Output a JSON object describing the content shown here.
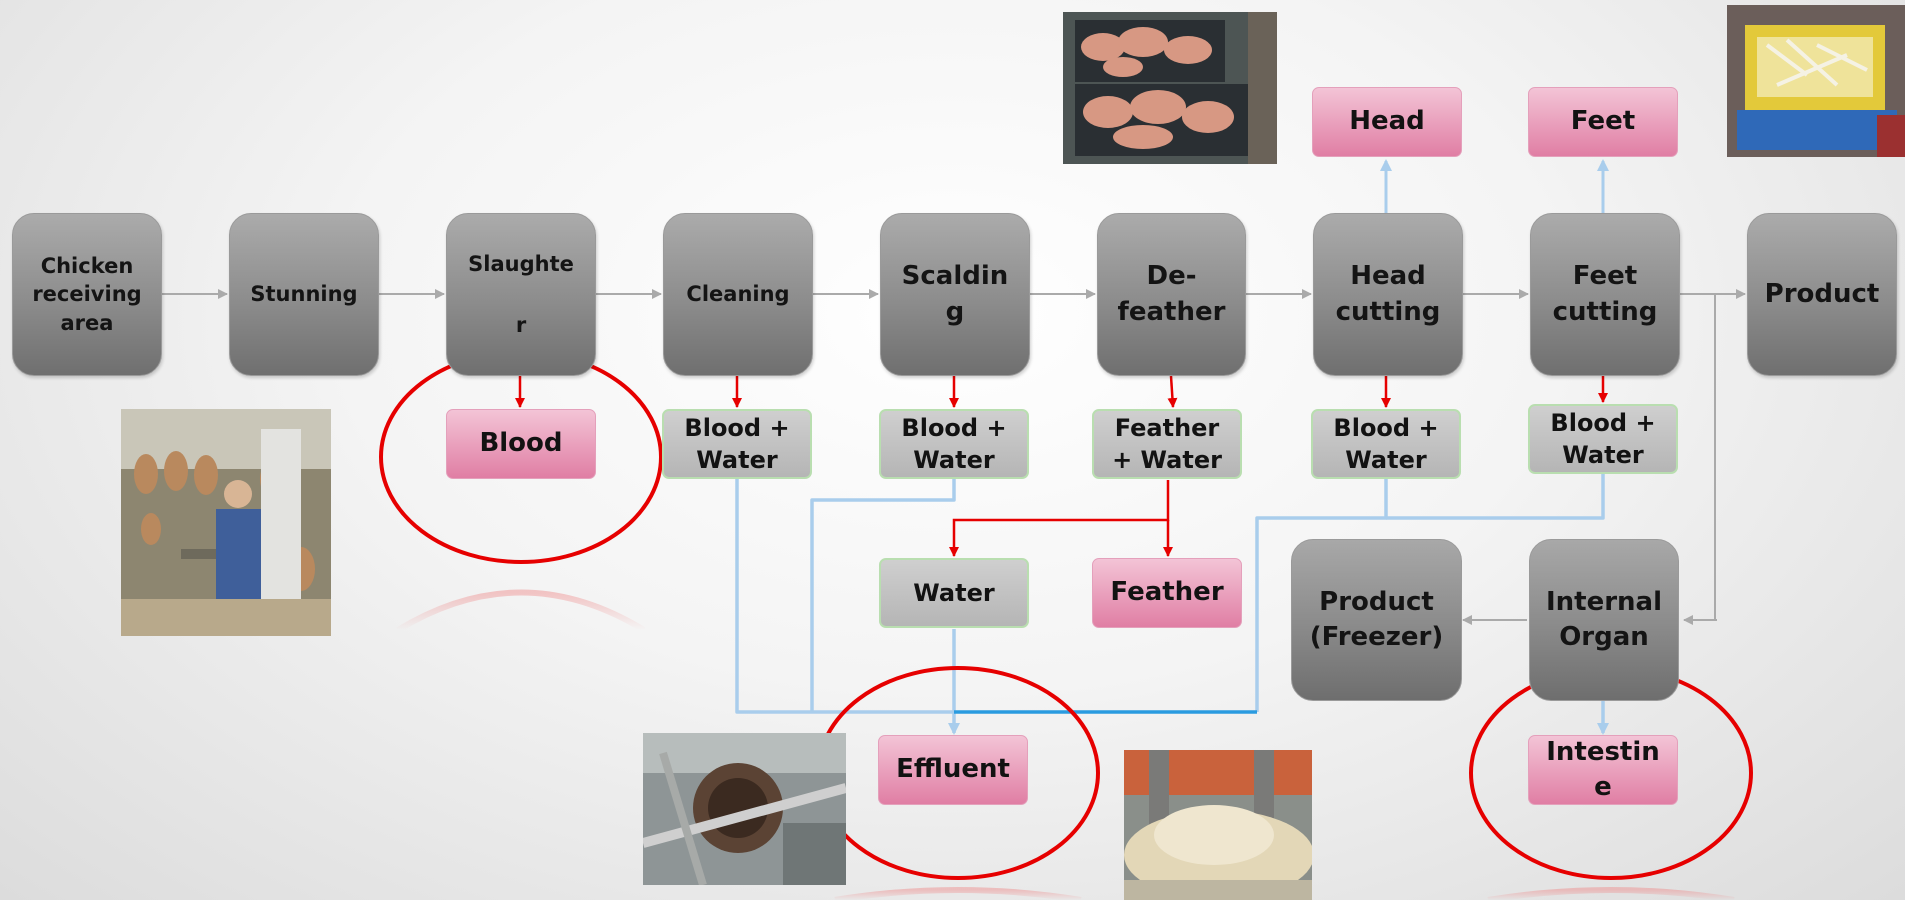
{
  "process": {
    "receiving": {
      "line1": "Chicken",
      "line2": "receiving",
      "line3": "area"
    },
    "stunning": "Stunning",
    "slaughter": {
      "line1": "Slaughte",
      "line2": "r"
    },
    "cleaning": "Cleaning",
    "scalding": {
      "line1": "Scaldin",
      "line2": "g"
    },
    "defeather": {
      "line1": "De-",
      "line2": "feather"
    },
    "head_cutting": {
      "line1": "Head",
      "line2": "cutting"
    },
    "feet_cutting": {
      "line1": "Feet",
      "line2": "cutting"
    },
    "product": "Product"
  },
  "byproducts": {
    "head": "Head",
    "feet": "Feet",
    "blood": "Blood",
    "feather": "Feather",
    "effluent": "Effluent",
    "intestine": {
      "line1": "Intestin",
      "line2": "e"
    }
  },
  "wastewater": {
    "cleaning": {
      "line1": "Blood +",
      "line2": "Water"
    },
    "scalding": {
      "line1": "Blood +",
      "line2": "Water"
    },
    "defeather": {
      "line1": "Feather",
      "line2": "+ Water"
    },
    "head_cutting": {
      "line1": "Blood +",
      "line2": "Water"
    },
    "feet_cutting": {
      "line1": "Blood +",
      "line2": "Water"
    },
    "water": "Water"
  },
  "downstream": {
    "product_freezer": {
      "line1": "Product",
      "line2": "(Freezer)"
    },
    "internal_organ": {
      "line1": "Internal",
      "line2": "Organ"
    }
  },
  "photos": [
    "slaughter-line-photo",
    "chicken-parts-crate-photo",
    "chicken-feet-crate-photo",
    "effluent-machinery-photo",
    "feather-pile-photo"
  ],
  "colors": {
    "process_box": "#8c8c8c",
    "byproduct_box": "#e58fb1",
    "wastewater_box": "#c2c2c2",
    "red_flow": "#e60000",
    "water_flow": "#a9cdec",
    "main_flow": "#aaaaaa",
    "highlight_ellipse": "#e60000"
  }
}
